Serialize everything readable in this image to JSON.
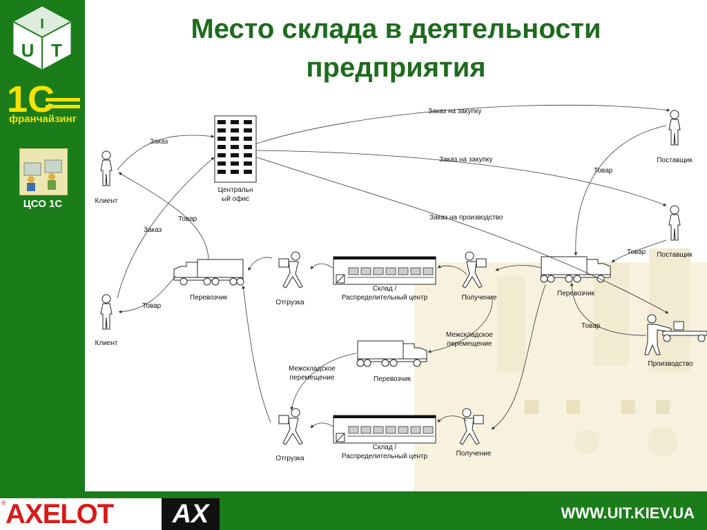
{
  "title": {
    "line1": "Место склада в деятельности",
    "line2": "предприятия"
  },
  "sidebar": {
    "logo_uit_letters": [
      "U",
      "I",
      "T"
    ],
    "logo_1c_text": "1С",
    "logo_1c_sub": "франчайзинг",
    "cso_label": "ЦСО 1С"
  },
  "footer": {
    "axelot": "AXELOT",
    "axelot_mark": "®",
    "ax": "AX",
    "website": "WWW.UIT.KIEV.UA"
  },
  "colors": {
    "sidebar": "#1a7d1a",
    "title": "#1e6b1e",
    "axelot_red": "#d91a1a",
    "logo_yellow": "#f5e200"
  },
  "diagram": {
    "nodes": {
      "office": [
        "Центральн",
        "ый офис"
      ],
      "client1": "Клиент",
      "client2": "Клиент",
      "supplier1": "Поставщик",
      "supplier2": "Поставщик",
      "carrier1": "Перевозчик",
      "carrier2": "Перевозчик",
      "carrier3": "Перевозчик",
      "shipping1": "Отгрузка",
      "shipping2": "Отгрузка",
      "warehouse1": [
        "Склад /",
        "Распределительный центр"
      ],
      "warehouse2": [
        "Склад /",
        "Распределительный центр"
      ],
      "receiving1": "Получение",
      "receiving2": "Получение",
      "production": "Производство"
    },
    "edges": {
      "order": "Заказ",
      "order2": "Заказ",
      "goods1": "Товар",
      "goods2": "Товар",
      "goods3": "Товар",
      "goods4": "Товар",
      "goods5": "Товар",
      "purchase1": "Заказ на закупку",
      "purchase2": "Заказ на закупку",
      "production_order": "Заказ на производство",
      "transfer1": [
        "Межскладское",
        "перемещение"
      ],
      "transfer2": [
        "Межскладское",
        "перемещение"
      ]
    }
  }
}
